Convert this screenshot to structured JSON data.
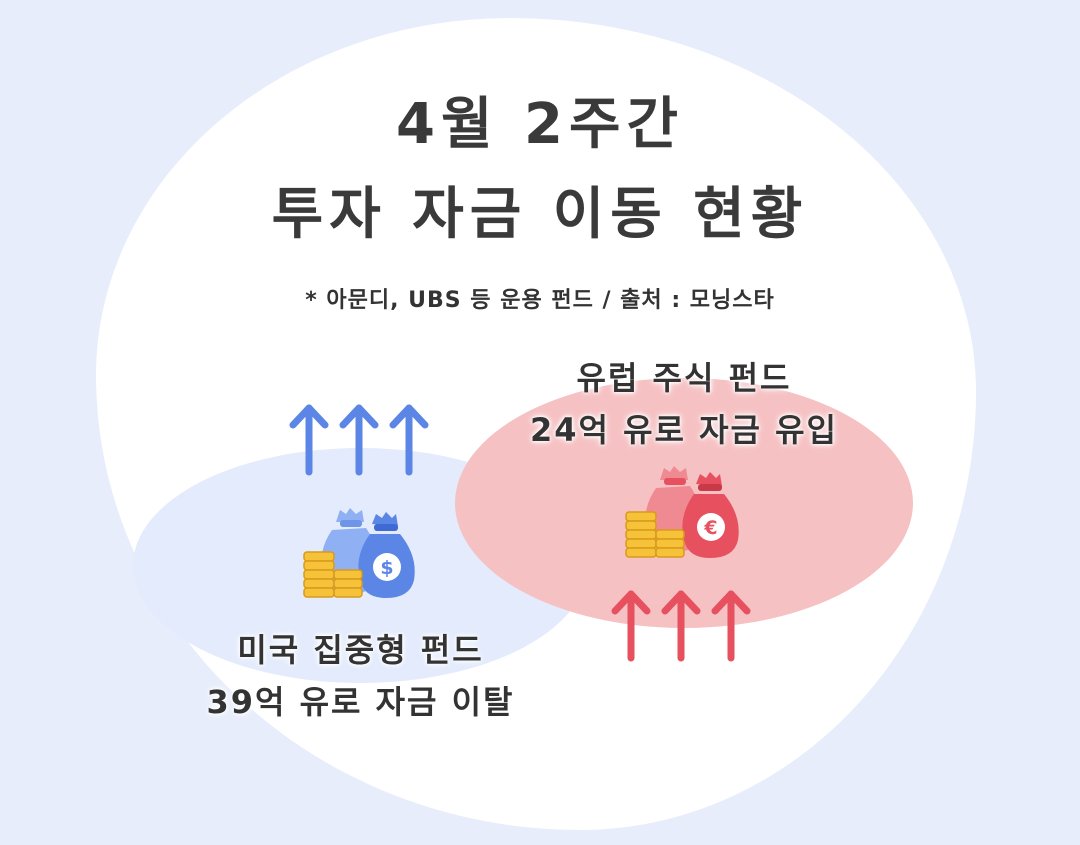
{
  "header": {
    "title_line1": "4월 2주간",
    "title_line2": "투자 자금 이동 현황",
    "subtitle": "* 아문디, UBS 등 운용 펀드 / 출처 : 모닝스타"
  },
  "europe": {
    "line1": "유럽 주식 펀드",
    "line2": "24억 유로 자금 유입",
    "currency_symbol": "€",
    "icon": "euro-money-bag-icon",
    "arrow_icon": "arrow-up-icon",
    "color": "#e7505e"
  },
  "us": {
    "line1": "미국 집중형 펀드",
    "line2": "39억 유로 자금 이탈",
    "currency_symbol": "$",
    "icon": "dollar-money-bag-icon",
    "arrow_icon": "arrow-up-icon",
    "color": "#5b86e5"
  },
  "colors": {
    "background": "#e7edfb",
    "card": "#ffffff",
    "blue_blob": "#e3ebfc",
    "pink_blob": "#f6c1c3",
    "coin": "#f6c23a"
  }
}
